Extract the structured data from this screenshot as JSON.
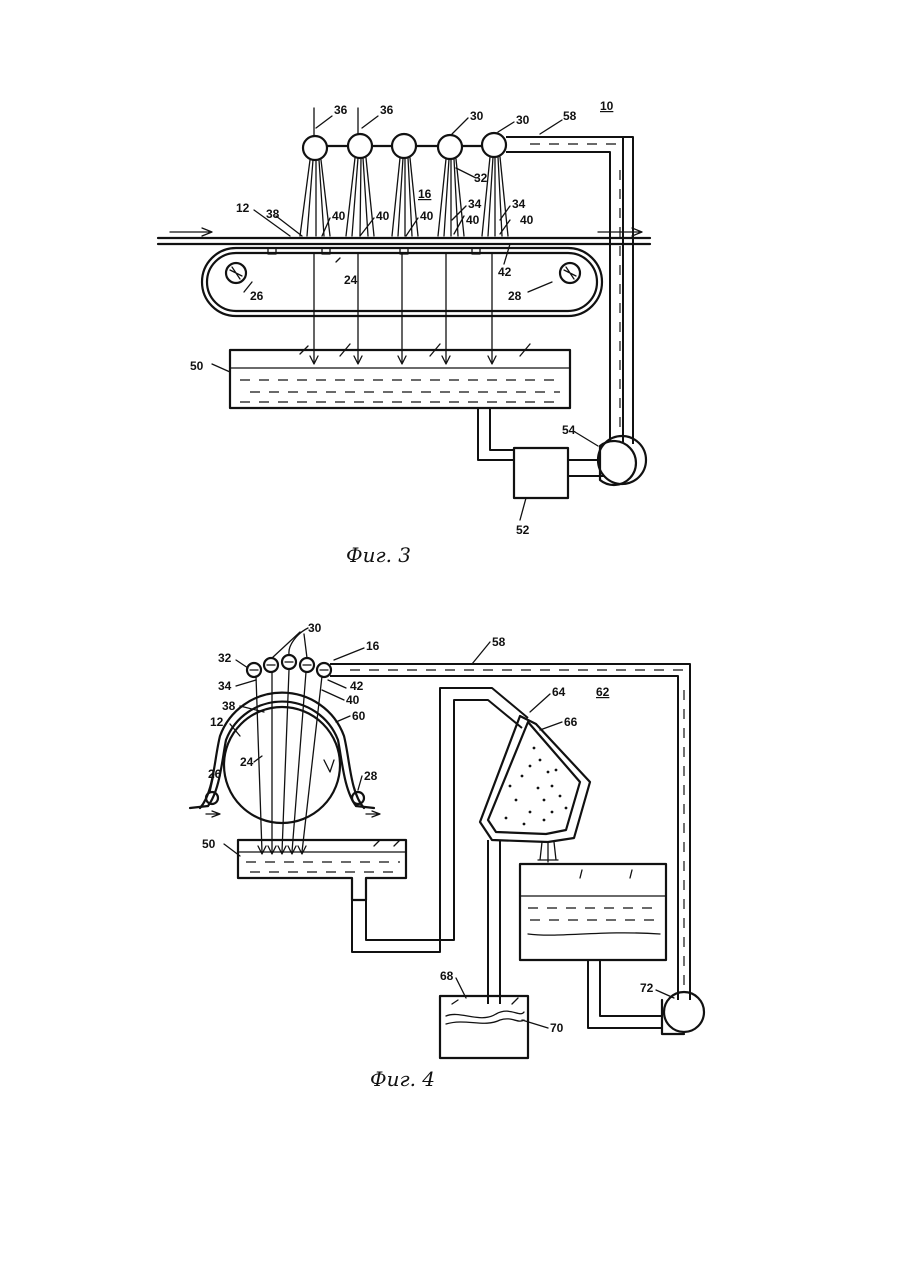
{
  "figure3": {
    "caption": "Фиг. 3",
    "labels": {
      "l10": "10",
      "l12": "12",
      "l16": "16",
      "l24": "24",
      "l26": "26",
      "l28": "28",
      "l30a": "30",
      "l30b": "30",
      "l32": "32",
      "l34a": "34",
      "l34b": "34",
      "l36a": "36",
      "l36b": "36",
      "l38": "38",
      "l40a": "40",
      "l40b": "40",
      "l40c": "40",
      "l40d": "40",
      "l40e": "40",
      "l42": "42",
      "l50": "50",
      "l52": "52",
      "l54": "54",
      "l58": "58"
    }
  },
  "figure4": {
    "caption": "Фиг. 4",
    "labels": {
      "l12": "12",
      "l16": "16",
      "l24": "24",
      "l26": "26",
      "l28": "28",
      "l30": "30",
      "l32": "32",
      "l34": "34",
      "l38": "38",
      "l40": "40",
      "l42": "42",
      "l50": "50",
      "l58": "58",
      "l60": "60",
      "l62": "62",
      "l64": "64",
      "l66": "66",
      "l68": "68",
      "l70": "70",
      "l72": "72"
    }
  }
}
